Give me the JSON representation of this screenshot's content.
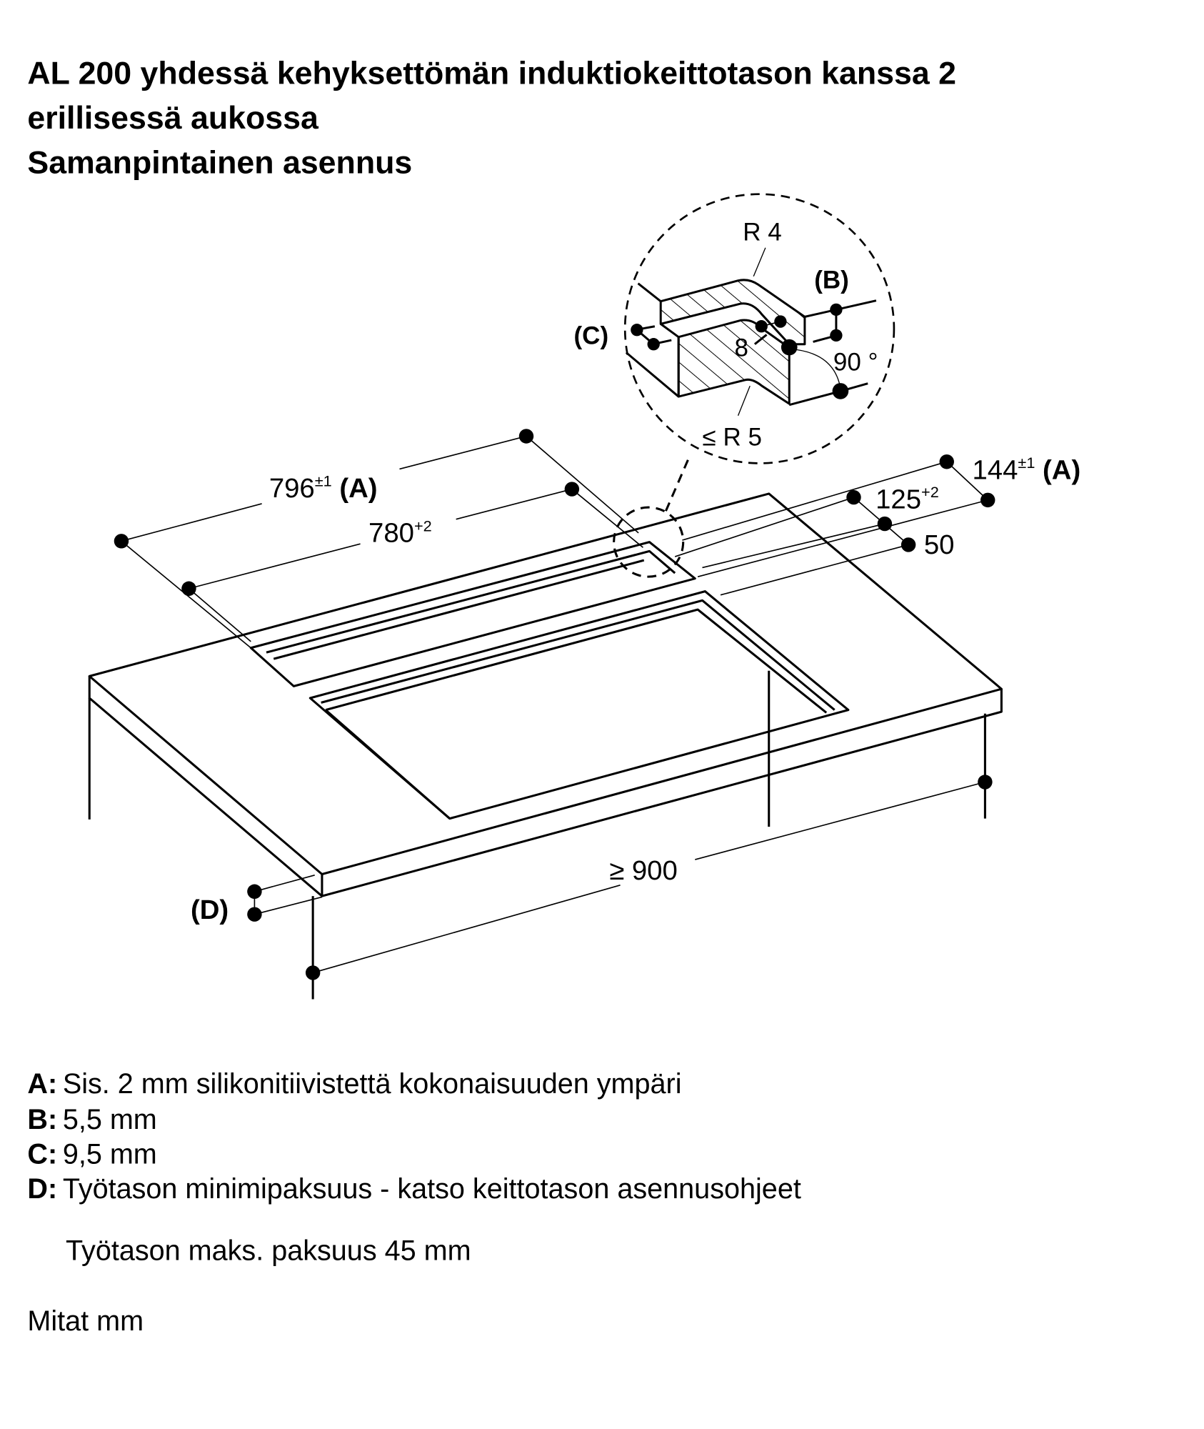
{
  "title": {
    "line1": "AL 200 yhdessä kehyksettömän induktiokeittotason kanssa 2",
    "line2": "erillisessä aukossa",
    "line3": "Samanpintainen asennus"
  },
  "dimensions": {
    "outer_length": "796",
    "outer_length_tol": "±1",
    "outer_length_ref": "(A)",
    "cutout_length": "780",
    "cutout_length_tol": "+2",
    "outer_width": "144",
    "outer_width_tol": "±1",
    "outer_width_ref": "(A)",
    "cutout_width": "125",
    "cutout_width_tol": "+2",
    "edge_distance": "50",
    "min_depth": "≥ 900",
    "thickness_ref": "(D)"
  },
  "detail": {
    "radius_top": "R 4",
    "radius_bottom": "≤ R 5",
    "step": "8",
    "angle": "90 °",
    "ref_b": "(B)",
    "ref_c": "(C)"
  },
  "legend": [
    {
      "key": "A:",
      "text": "Sis. 2 mm silikonitiivistettä kokonaisuuden ympäri"
    },
    {
      "key": "B:",
      "text": "5,5 mm"
    },
    {
      "key": "C:",
      "text": "9,5 mm"
    },
    {
      "key": "D:",
      "text": "Työtason minimipaksuus - katso keittotason asennusohjeet"
    }
  ],
  "note": "Työtason maks. paksuus 45 mm",
  "units": "Mitat mm"
}
